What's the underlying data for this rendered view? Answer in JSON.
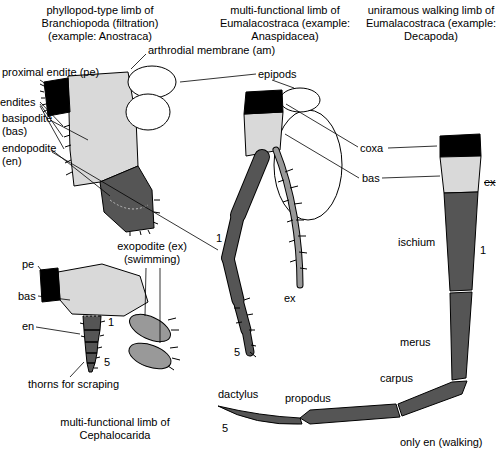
{
  "diagram": {
    "labels": [
      "phyllopod-type limb of Branchiopoda (filtration) (example: Anostraca)",
      "multi-functional limb of Eumalacostraca (example: Anaspidacea)",
      "uniramous walking limb of Eumalacostraca (example: Decapoda)",
      "arthrodial membrane (am)",
      "proximal endite (pe)",
      "endites",
      "basipodite (bas)",
      "endopodite (en)",
      "epipods",
      "coxa",
      "bas",
      "ex",
      "1",
      "ischium",
      "1",
      "ex",
      "merus",
      "5",
      "pe",
      "bas",
      "exopodite (ex) (swimming)",
      "1",
      "en",
      "5",
      "thorns for scraping",
      "carpus",
      "dactylus",
      "propodus",
      "5",
      "multi-functional limb of Cephalocarida",
      "only en (walking)"
    ]
  }
}
